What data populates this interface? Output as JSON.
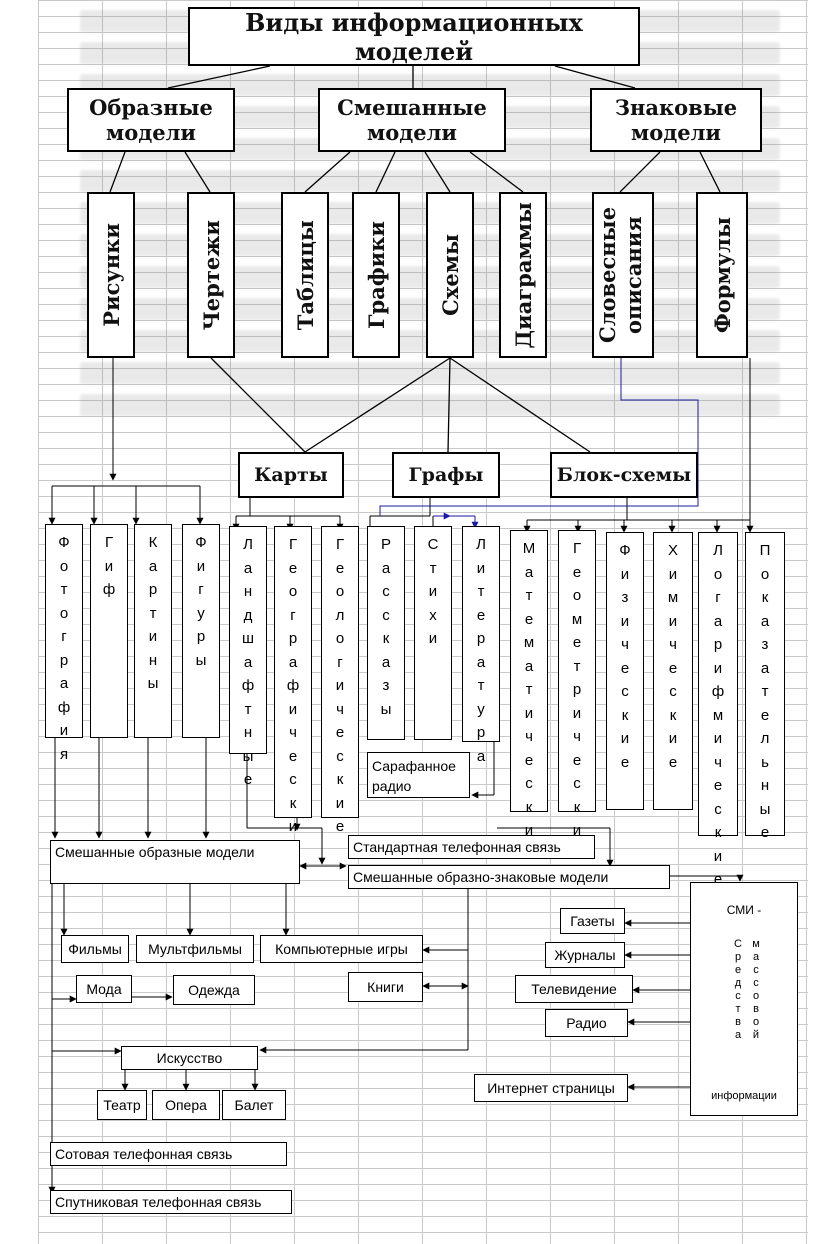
{
  "title": "Виды информационных моделей",
  "categories": [
    {
      "id": "obraz",
      "label": "Образные модели"
    },
    {
      "id": "smesh",
      "label": "Смешанные модели"
    },
    {
      "id": "znak",
      "label": "Знаковые модели"
    }
  ],
  "subtypes": [
    "Рисунки",
    "Чертежи",
    "Таблицы",
    "Графики",
    "Схемы",
    "Диаграммы",
    "Словесные описания",
    "Формулы"
  ],
  "scheme_types": [
    "Карты",
    "Графы",
    "Блок-схемы"
  ],
  "leaves": [
    "Фотография",
    "Гиф",
    "Картины",
    "Фигуры",
    "Ландшафтные",
    "Географические",
    "Геологические",
    "Рассказы",
    "Стихи",
    "Литература",
    "Математические",
    "Геометрические",
    "Физические",
    "Химические",
    "Логарифмические",
    "Показательные"
  ],
  "bottom": {
    "sarafan": "Сарафанное радио",
    "standard_phone": "Стандартная телефонная связь",
    "mixed_image": "Смешанные образные модели",
    "mixed_sign": "Смешанные образно-знаковые модели",
    "films": "Фильмы",
    "cartoons": "Мультфильмы",
    "games": "Компьютерные игры",
    "fashion": "Мода",
    "clothes": "Одежда",
    "books": "Книги",
    "art": "Искусство",
    "theatre": "Театр",
    "opera": "Опера",
    "ballet": "Балет",
    "cell": "Сотовая телефонная связь",
    "satellite": "Спутниковая телефонная связь",
    "newspapers": "Газеты",
    "magazines": "Журналы",
    "tv": "Телевидение",
    "radio": "Радио",
    "internet": "Интернет страницы"
  },
  "smi": {
    "title": "СМИ -",
    "col1": "Средства",
    "col2": "массовой",
    "footer": "информации"
  },
  "colors": {
    "line": "#000000",
    "accent": "#1a1aa0",
    "grid": "#c9c9c9"
  }
}
